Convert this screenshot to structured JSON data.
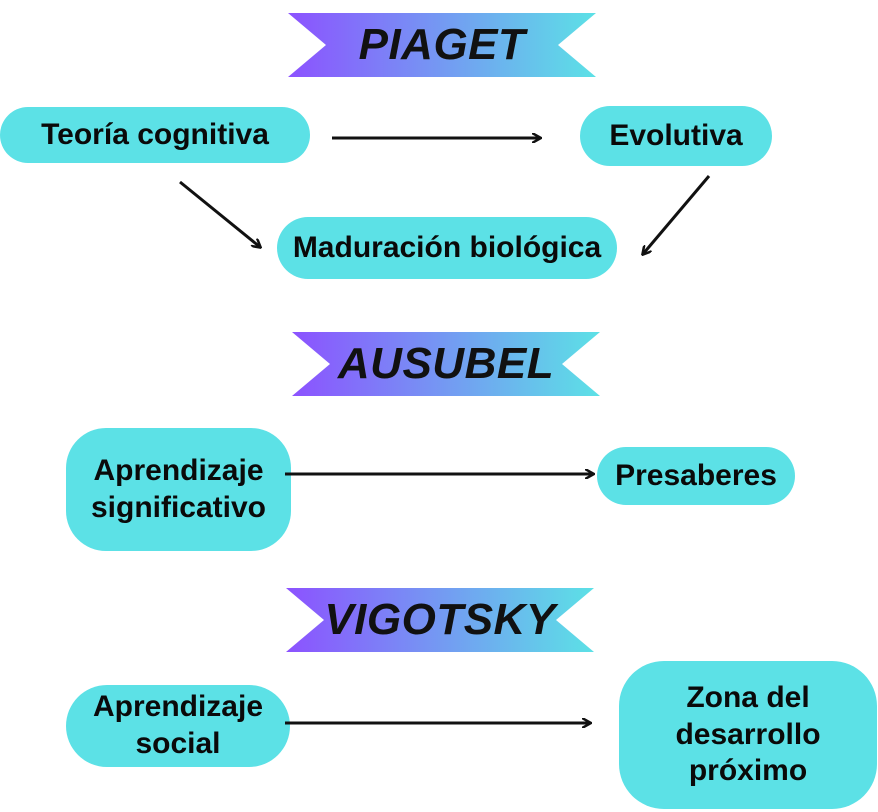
{
  "colors": {
    "node_fill": "#5ce1e6",
    "banner_gradient_start": "#8c52ff",
    "banner_gradient_end": "#5ce1e6",
    "arrow": "#111111"
  },
  "sections": {
    "piaget": {
      "title": "PIAGET",
      "nodes": {
        "teoria": "Teoría cognitiva",
        "evolutiva": "Evolutiva",
        "maduracion": "Maduración biológica"
      }
    },
    "ausubel": {
      "title": "AUSUBEL",
      "nodes": {
        "aprendizaje_line1": "Aprendizaje",
        "aprendizaje_line2": "significativo",
        "presaberes": "Presaberes"
      }
    },
    "vigotsky": {
      "title": "VIGOTSKY",
      "nodes": {
        "social_line1": "Aprendizaje",
        "social_line2": "social",
        "zona_line1": "Zona del",
        "zona_line2": "desarrollo",
        "zona_line3": "próximo"
      }
    }
  }
}
